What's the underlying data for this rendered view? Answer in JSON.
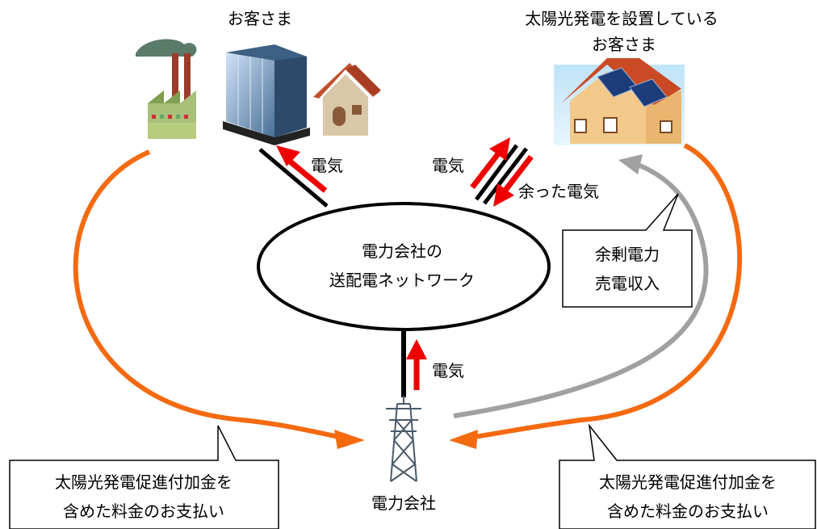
{
  "labels": {
    "customers": "お客さま",
    "solar_customers_line1": "太陽光発電を設置している",
    "solar_customers_line2": "お客さま",
    "network_line1": "電力会社の",
    "network_line2": "送配電ネットワーク",
    "electricity_left": "電気",
    "electricity_right": "電気",
    "surplus_electricity": "余った電気",
    "electricity_bottom": "電気",
    "power_company": "電力会社",
    "surplus_box_line1": "余剰電力",
    "surplus_box_line2": "売電収入",
    "payment_left_line1": "太陽光発電促進付加金を",
    "payment_left_line2": "含めた料金のお支払い",
    "payment_right_line1": "太陽光発電促進付加金を",
    "payment_right_line2": "含めた料金のお支払い"
  },
  "colors": {
    "orange_flow": "#F46A10",
    "gray_flow": "#A0A0A0",
    "red_arrow": "#EE0000",
    "black_line": "#000000"
  },
  "icons": [
    "factory-icon",
    "office-building-icon",
    "house-icon",
    "solar-house-icon",
    "transmission-tower-icon"
  ]
}
